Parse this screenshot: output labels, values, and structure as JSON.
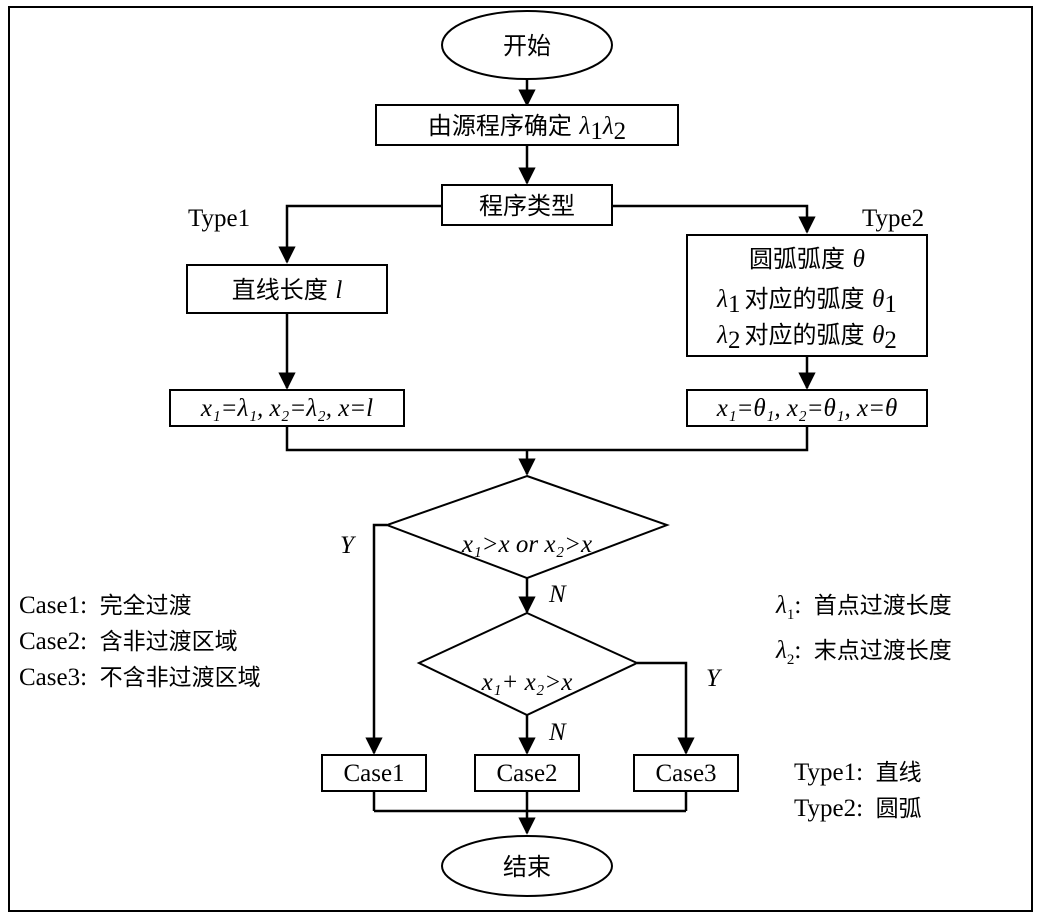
{
  "nodes": {
    "start": "开始",
    "determine_prefix": "由源程序确定 ",
    "lambda": "λ",
    "sub1": "1",
    "sub2": "2",
    "program_type": "程序类型",
    "type1_label": "Type1",
    "type2_label": "Type2",
    "line_length_prefix": "直线长度 ",
    "line_length_var": "l",
    "arc_line1_prefix": "圆弧弧度 ",
    "theta": "θ",
    "arc_line2_text": "对应的弧度 ",
    "arc_line3_text": "对应的弧度 ",
    "assign1": "x₁=λ₁, x₂=λ₂, x=l",
    "assign2": "x₁=θ₁, x₂=θ₁, x=θ",
    "decision1": "x₁>x or x₂>x",
    "decision2": "x₁+ x₂>x",
    "yes": "Y",
    "no": "N",
    "case1": "Case1",
    "case2": "Case2",
    "case3": "Case3",
    "end": "结束"
  },
  "legend_left": [
    {
      "key": "Case1",
      "sep": ":  ",
      "text": "完全过渡"
    },
    {
      "key": "Case2",
      "sep": ":  ",
      "text": "含非过渡区域"
    },
    {
      "key": "Case3",
      "sep": ":  ",
      "text": "不含非过渡区域"
    }
  ],
  "legend_right_lambda": [
    {
      "sub": "1",
      "sep": ":  ",
      "text": "首点过渡长度"
    },
    {
      "sub": "2",
      "sep": ":  ",
      "text": "末点过渡长度"
    }
  ],
  "legend_right_type": [
    {
      "key": "Type1",
      "sep": ":  ",
      "text": "直线"
    },
    {
      "key": "Type2",
      "sep": ":  ",
      "text": "圆弧"
    }
  ]
}
